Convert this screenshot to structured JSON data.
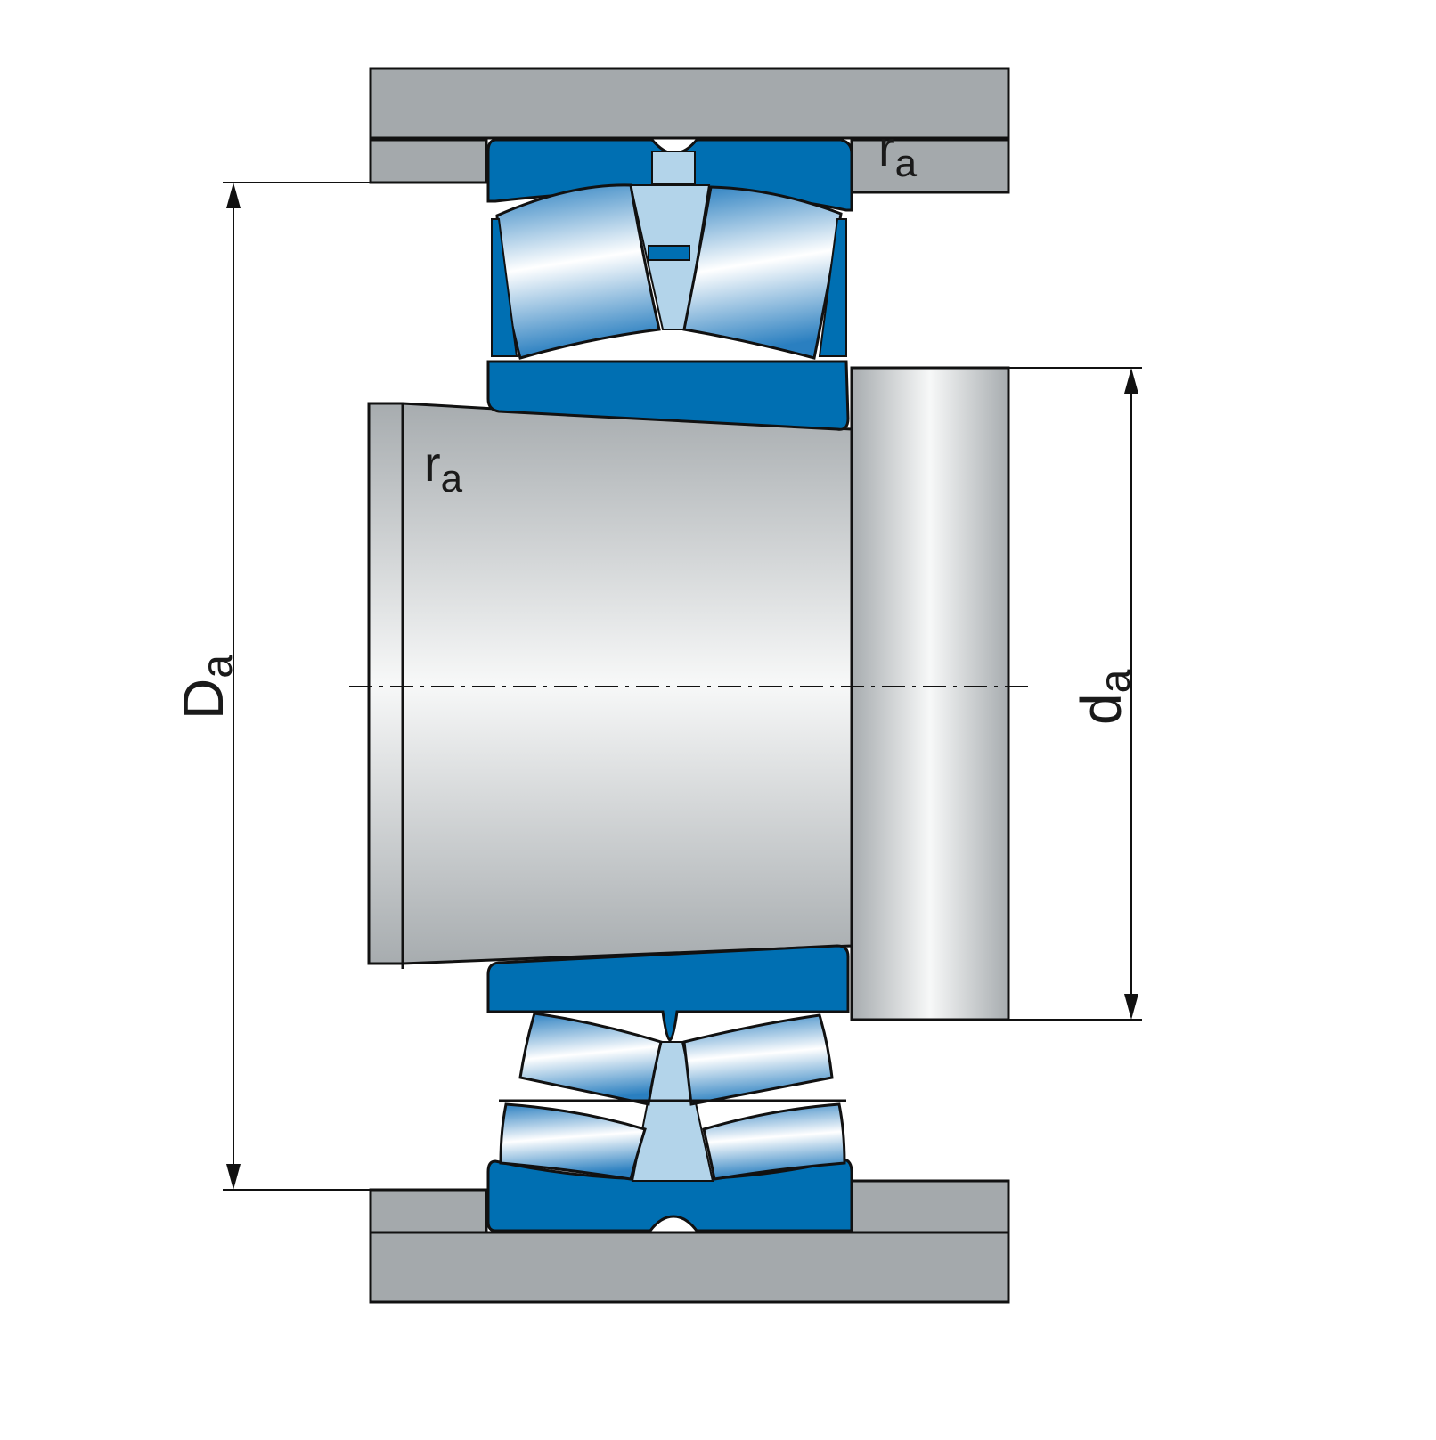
{
  "labels": {
    "ra_top": {
      "main": "r",
      "sub": "a"
    },
    "ra_inner": {
      "main": "r",
      "sub": "a"
    },
    "Da": {
      "main": "D",
      "sub": "a"
    },
    "da": {
      "main": "d",
      "sub": "a"
    }
  },
  "colors": {
    "housing": "#a4a9ac",
    "bearing_blue": "#006fb2",
    "cage_light": "#b3d4ea",
    "roller_light": "#ffffff",
    "outline": "#111111"
  }
}
